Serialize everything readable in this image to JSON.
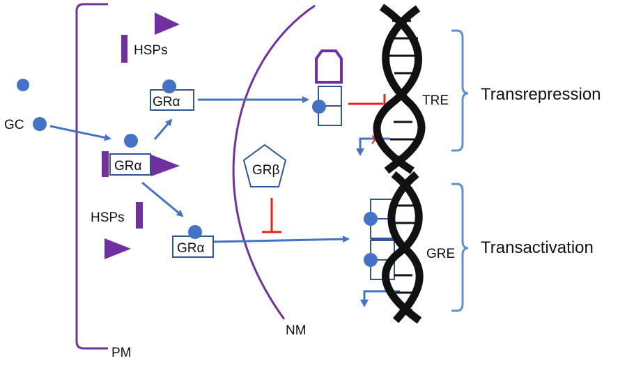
{
  "labels": {
    "gc": "GC",
    "hsps_top": "HSPs",
    "hsps_bottom": "HSPs",
    "gra_top": "GRα",
    "gra_middle": "GRα",
    "gra_bottom": "GRα",
    "grb": "GRβ",
    "tre": "TRE",
    "gre": "GRE",
    "transrepression": "Transrepression",
    "transactivation": "Transactivation",
    "nm": "NM",
    "pm": "PM",
    "block_x": "X"
  },
  "colors": {
    "purple": "#7030a0",
    "blue": "#4472c4",
    "navy": "#2f5597",
    "red": "#e2231a",
    "black": "#111111",
    "bracket": "#5b8fd6"
  }
}
